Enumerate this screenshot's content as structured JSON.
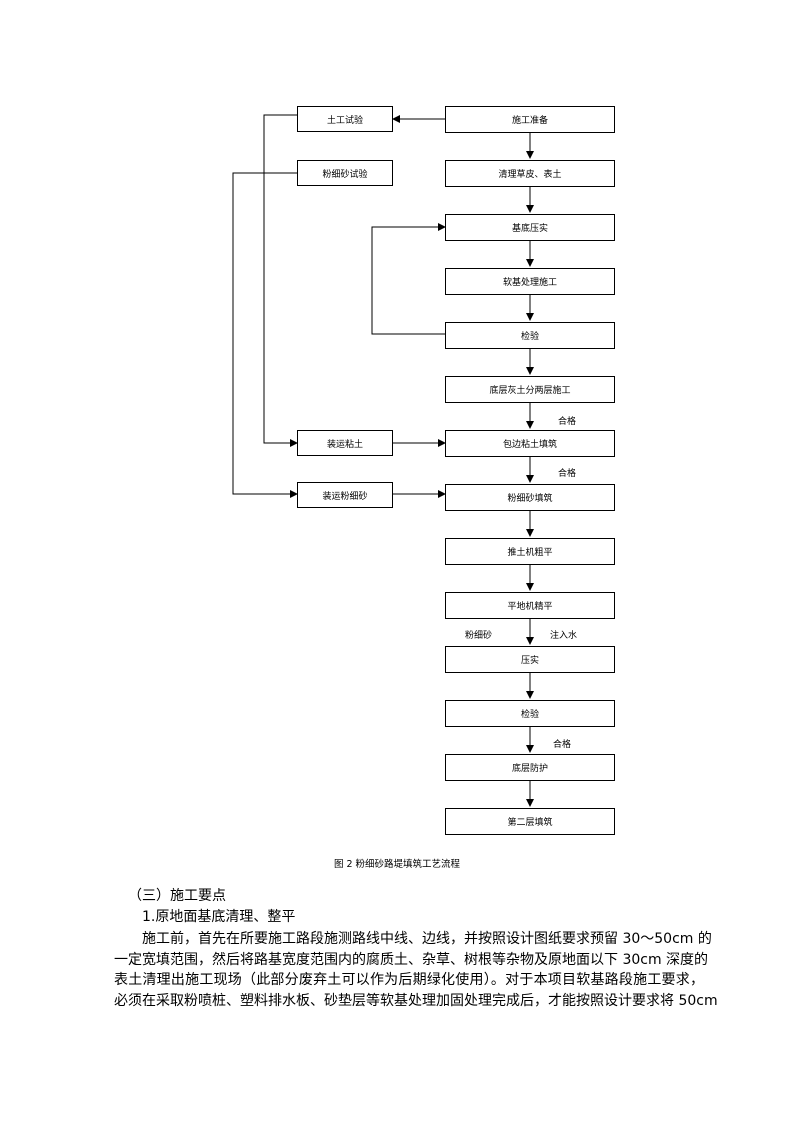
{
  "flowchart": {
    "main_steps": [
      "施工准备",
      "清理草皮、表土",
      "基底压实",
      "软基处理施工",
      "检验",
      "底层灰土分两层施工",
      "包边粘土填筑",
      "粉细砂填筑",
      "推土机粗平",
      "平地机精平",
      "压实",
      "检验",
      "底层防护",
      "第二层填筑"
    ],
    "side_boxes": {
      "soil_test": "土工试验",
      "sand_test": "粉细砂试验",
      "haul_clay": "装运粘土",
      "haul_sand": "装运粉细砂"
    },
    "labels": {
      "pass_1": "合格",
      "pass_2": "合格",
      "pass_3": "合格",
      "fine_sand": "粉细砂",
      "water": "注入水"
    },
    "caption": "图 2   粉细砂路堤填筑工艺流程"
  },
  "text": {
    "section_heading": "（三）施工要点",
    "subheading": "1.原地面基底清理、整平",
    "paragraph_lines": [
      "施工前，首先在所要施工路段施测路线中线、边线，并按照设计图纸要求预留 30～50cm 的",
      "一定宽填范围，然后将路基宽度范围内的腐质土、杂草、树根等杂物及原地面以下 30cm 深度的",
      "表土清理出施工现场（此部分废弃土可以作为后期绿化使用）。对于本项目软基路段施工要求，",
      "必须在采取粉喷桩、塑料排水板、砂垫层等软基处理加固处理完成后，才能按照设计要求将 50cm"
    ]
  }
}
